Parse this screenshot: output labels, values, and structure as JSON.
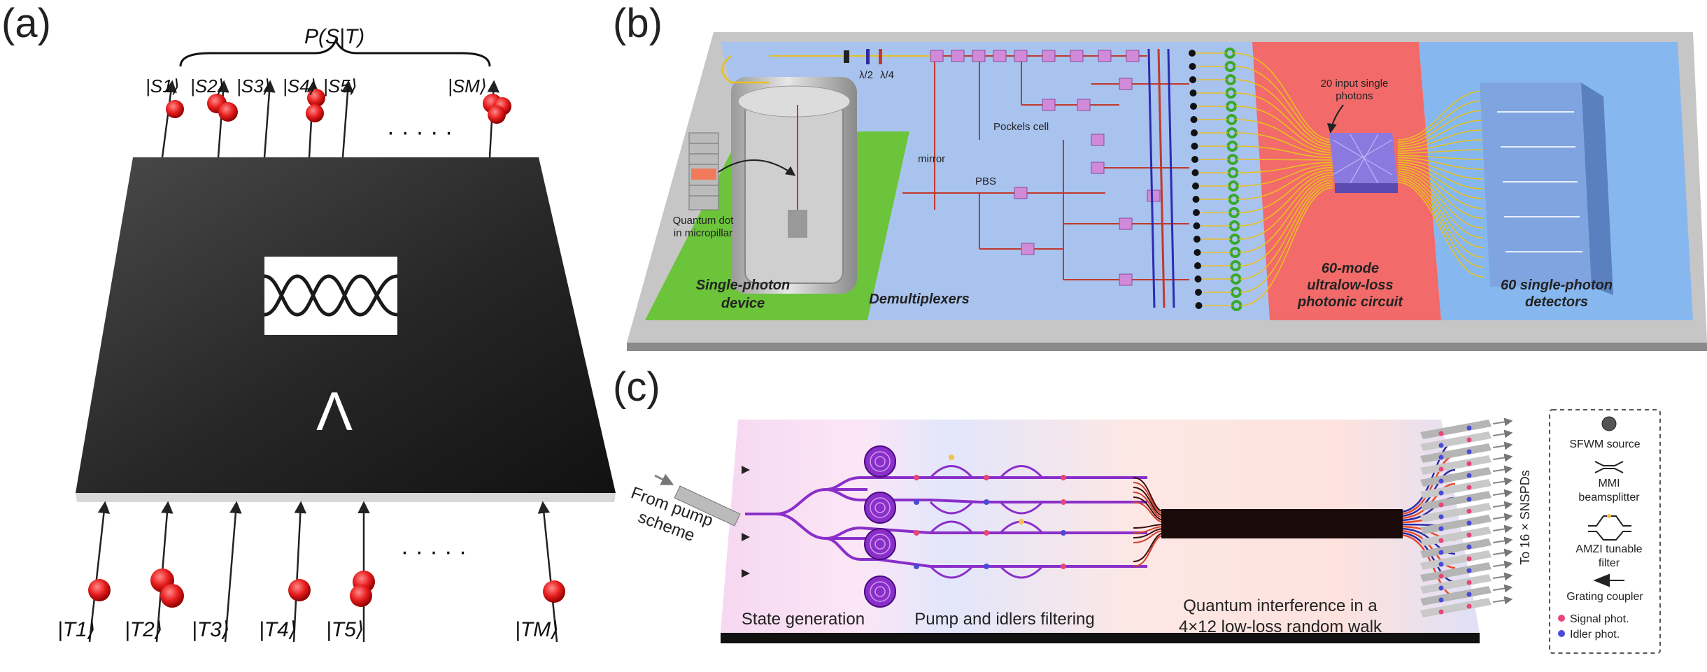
{
  "panel_a": {
    "letter": "(a)",
    "prob_label": "P(S|T)",
    "lambda": "Λ",
    "out_labels": [
      "|S1⟩",
      "|S2⟩",
      "|S3⟩",
      "|S4⟩",
      "|S5⟩",
      "|SM⟩"
    ],
    "in_labels": [
      "|T1⟩",
      "|T2⟩",
      "|T3⟩",
      "|T4⟩",
      "|T5⟩",
      "|TM⟩"
    ],
    "dots_top": "· · · · ·",
    "dots_bottom": "· · · · ·"
  },
  "panel_b": {
    "letter": "(b)",
    "wp_half": "λ/2",
    "wp_quarter": "λ/4",
    "pockels": "Pockels cell",
    "mirror": "mirror",
    "pbs": "PBS",
    "qd_line1": "Quantum dot",
    "qd_line2": "in micropillar",
    "input_line1": "20 input single",
    "input_line2": "photons",
    "region_single_line1": "Single-photon",
    "region_single_line2": "device",
    "region_demux": "Demultiplexers",
    "region_circuit_line1": "60-mode",
    "region_circuit_line2": "ultralow-loss",
    "region_circuit_line3": "photonic circuit",
    "region_detectors_line1": "60 single-photon",
    "region_detectors_line2": "detectors",
    "colors": {
      "green": "#6cc43a",
      "blue": "#a9c3ef",
      "red": "#f26a6a",
      "lightblue": "#86b8ef",
      "platform": "#b8b8b8"
    }
  },
  "panel_c": {
    "letter": "(c)",
    "from_pump_line1": "From pump",
    "from_pump_line2": "scheme",
    "state_generation": "State generation",
    "pump_filtering": "Pump and idlers filtering",
    "qi_line1": "Quantum interference in a",
    "qi_line2": "4×12 low-loss random walk",
    "snspd": "To 16 × SNSPDs",
    "legend": {
      "sfwm": "SFWM source",
      "mmi_line1": "MMI",
      "mmi_line2": "beamsplitter",
      "amzi_line1": "AMZI tunable",
      "amzi_line2": "filter",
      "grating": "Grating coupler",
      "signal": "Signal phot.",
      "idler": "Idler phot."
    },
    "colors": {
      "signal": "#e8457a",
      "idler": "#4a4ad8",
      "waveguide": "#8a2fc9"
    }
  }
}
